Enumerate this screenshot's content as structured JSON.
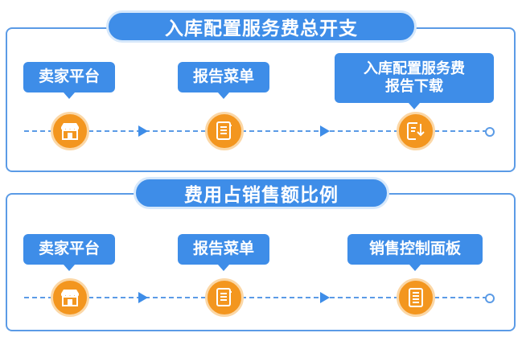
{
  "sections": [
    {
      "title": "入库配置服务费总开支",
      "steps": [
        {
          "label": "卖家平台",
          "icon": "store-icon"
        },
        {
          "label": "报告菜单",
          "icon": "document-icon"
        },
        {
          "label_line1": "入库配置服务费",
          "label_line2": "报告下载",
          "icon": "download-report-icon"
        }
      ]
    },
    {
      "title": "费用占销售额比例",
      "steps": [
        {
          "label": "卖家平台",
          "icon": "store-icon"
        },
        {
          "label": "报告菜单",
          "icon": "document-icon"
        },
        {
          "label": "销售控制面板",
          "icon": "list-document-icon"
        }
      ]
    }
  ],
  "colors": {
    "primary_blue": "#3e8de8",
    "border_blue": "#5b9be6",
    "node_orange": "#f3961f"
  }
}
